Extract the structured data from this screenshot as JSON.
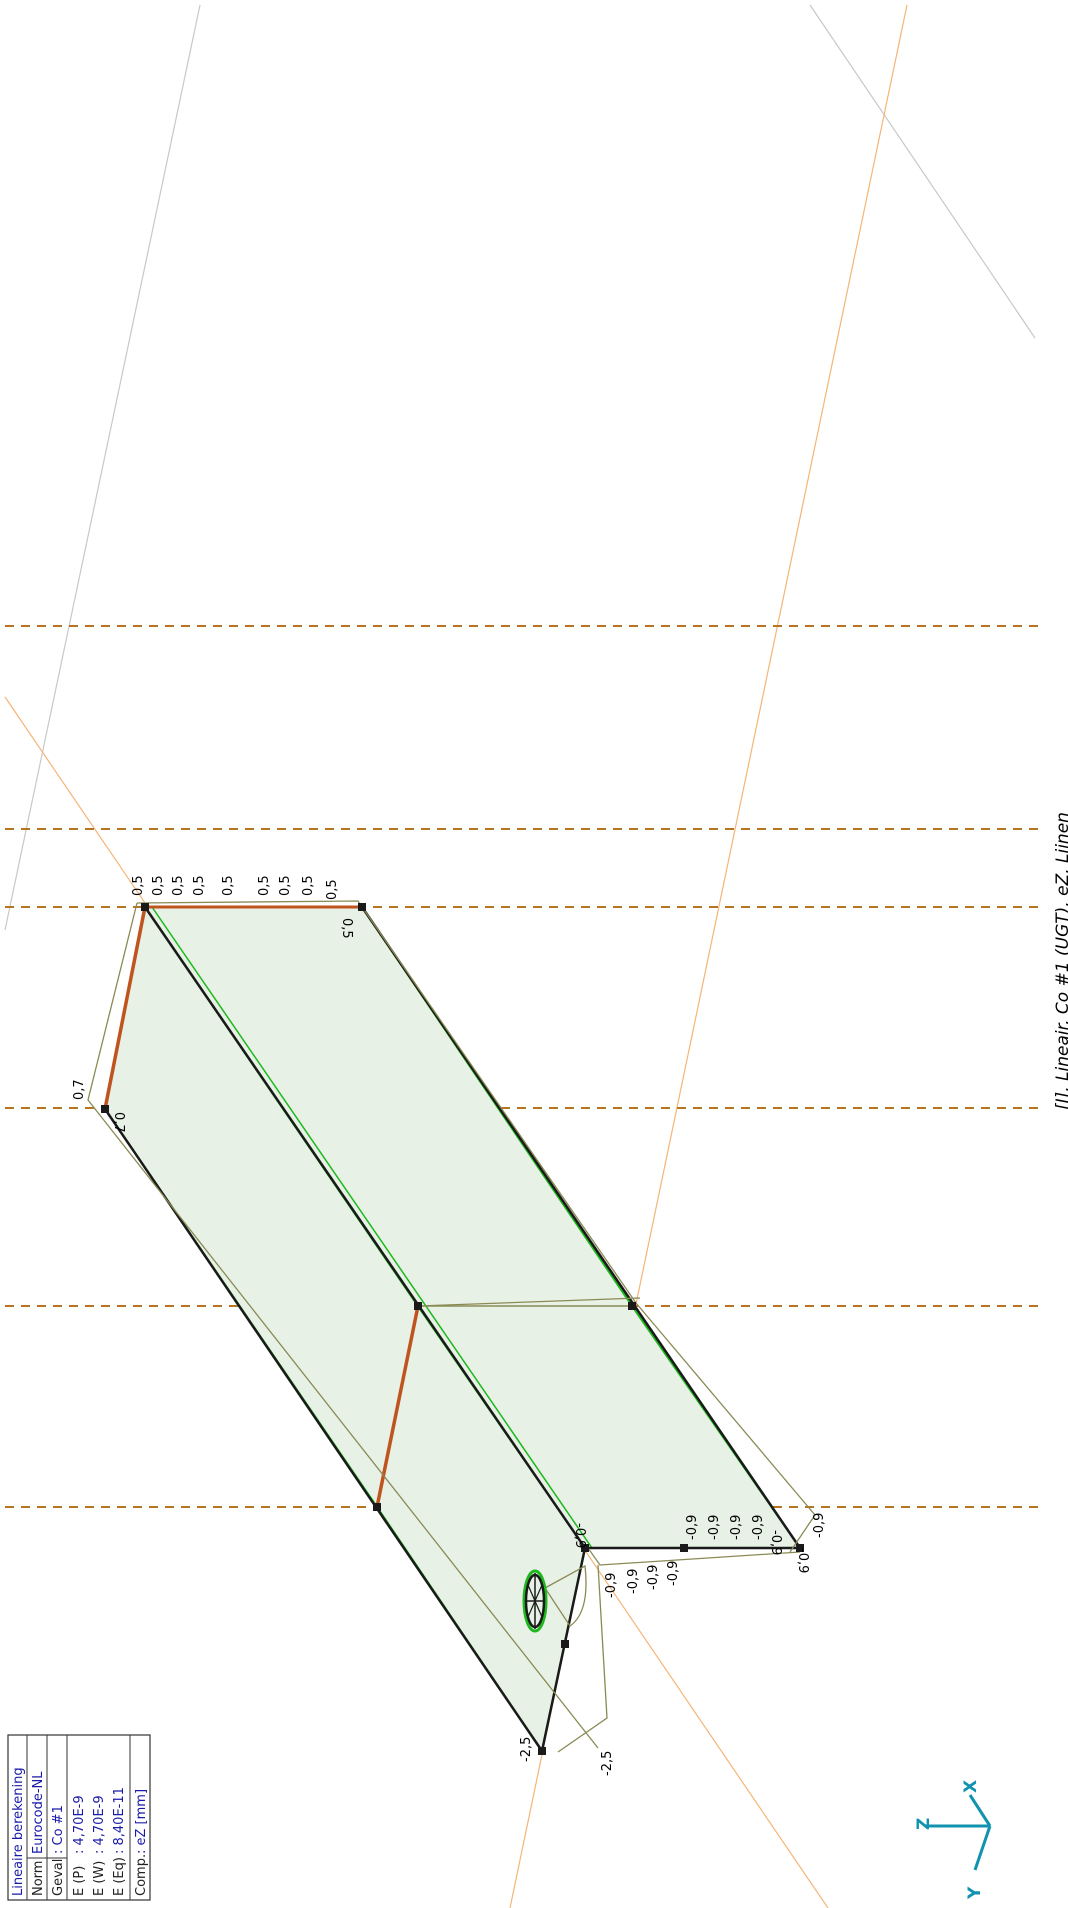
{
  "title": "[I], Lineair, Co #1 (UGT), eZ, Lijnen",
  "info_box": {
    "heading": "Lineaire berekening",
    "rows": [
      {
        "key": "Norm",
        "value": "Eurocode-NL"
      },
      {
        "key": "Geval",
        "value": ": Co #1"
      },
      {
        "key": "E (P)",
        "value": ": 4,70E-9"
      },
      {
        "key": "E (W)",
        "value": ": 4,70E-9"
      },
      {
        "key": "E (Eq)",
        "value": ": 8,40E-11"
      },
      {
        "key": "Comp.",
        "value": ": eZ [mm]"
      }
    ]
  },
  "axes": {
    "z": "Z",
    "x": "X",
    "y": "Y"
  },
  "labels": {
    "top_05": [
      "0,5",
      "0,5",
      "0,5",
      "0,5",
      "0,5",
      "0,5",
      "0,5",
      "0,5"
    ],
    "right_05_a": "0,5",
    "right_05_b": "0,5",
    "top_07": "0,7",
    "top_07_b": "0,7",
    "bottom_09": [
      "-0,9",
      "-0,9",
      "-0,9",
      "-0,9",
      "-0,9"
    ],
    "upper_09": [
      "-0,9",
      "-0,9",
      "-0,9",
      "-0,9",
      "-0,9",
      "-0,9"
    ],
    "far_09": "-0,9",
    "left_25": "-2,5",
    "left_25_b": "-2,5"
  },
  "colors": {
    "plate_fill": "#e8f1e6",
    "plate_edge": "#1db81d",
    "beam_dark": "#1a1a1a",
    "beam_orange": "#c0541f",
    "deform_line": "#8a8a55",
    "grid_dash": "#b8751f",
    "thin_orange": "#f5b577",
    "thin_gray": "#c8c8c8",
    "axis": "#1193b0"
  }
}
